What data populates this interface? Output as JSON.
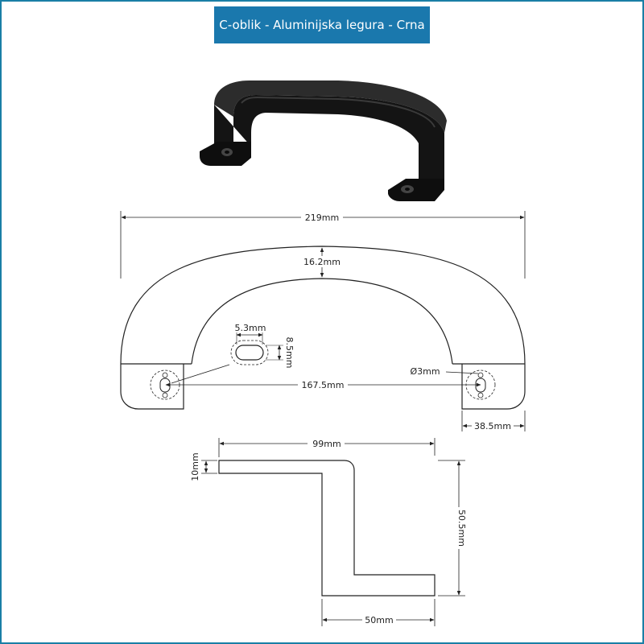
{
  "banner": {
    "title": "C-oblik - Aluminijska legura - Crna"
  },
  "front_view": {
    "overall_width": "219mm",
    "grip_thickness": "16.2mm",
    "slot_width": "5.3mm",
    "slot_height": "8.5mm",
    "hole_spacing": "167.5mm",
    "hole_diameter": "Ø3mm",
    "foot_length": "38.5mm"
  },
  "side_view": {
    "top_length": "99mm",
    "top_thickness": "10mm",
    "height": "50.5mm",
    "base_length": "50mm"
  },
  "colors": {
    "banner": "#1a78ad",
    "frame": "#1a7fa6",
    "product": "#111111"
  }
}
